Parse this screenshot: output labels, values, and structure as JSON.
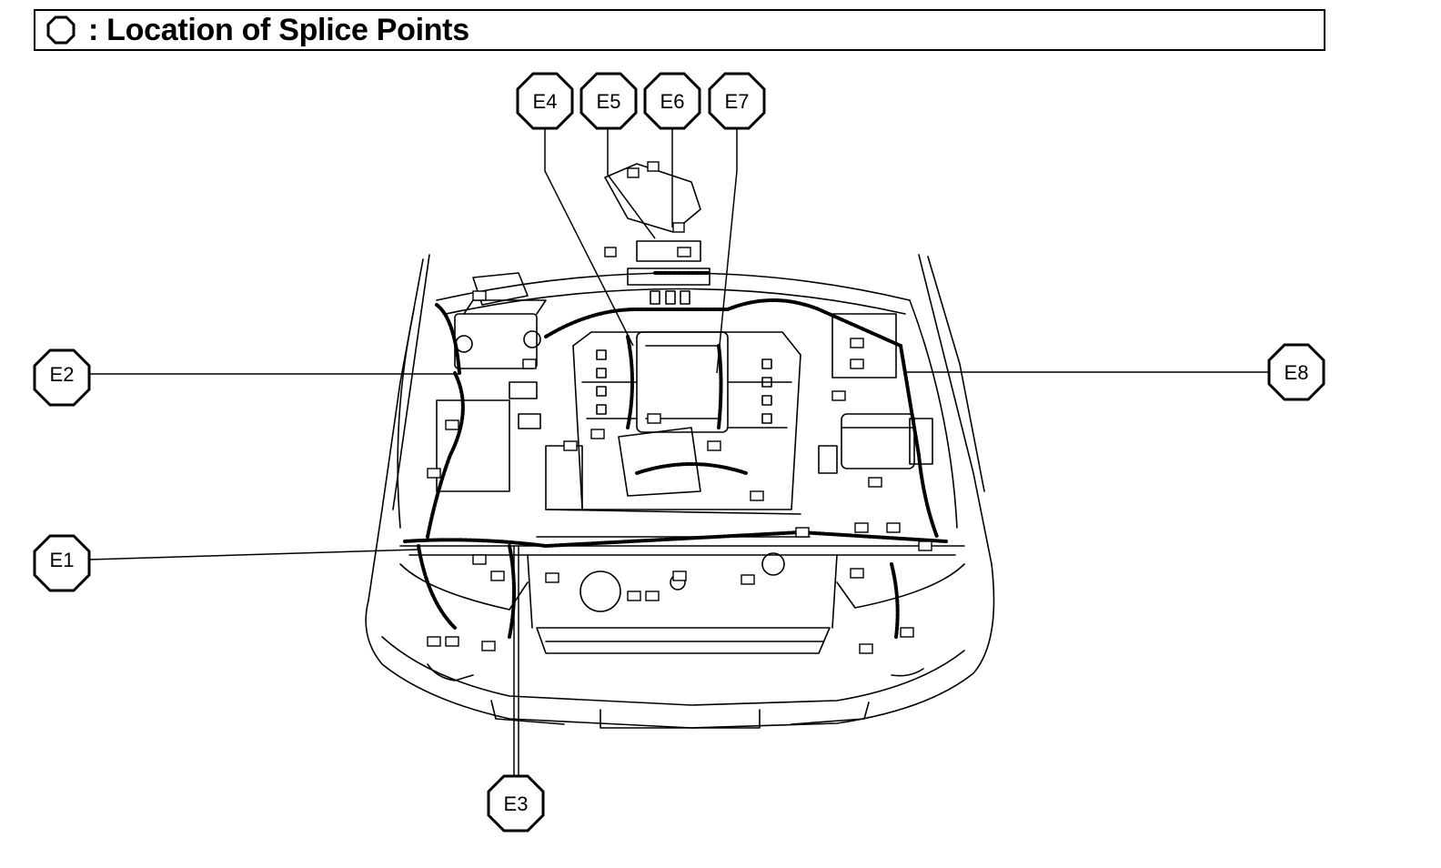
{
  "header": {
    "title": ": Location of Splice Points",
    "symbol_icon": "octagon-icon"
  },
  "splice_points": [
    {
      "id": "e1",
      "label": "E1"
    },
    {
      "id": "e2",
      "label": "E2"
    },
    {
      "id": "e3",
      "label": "E3"
    },
    {
      "id": "e4",
      "label": "E4"
    },
    {
      "id": "e5",
      "label": "E5"
    },
    {
      "id": "e6",
      "label": "E6"
    },
    {
      "id": "e7",
      "label": "E7"
    },
    {
      "id": "e8",
      "label": "E8"
    }
  ],
  "colors": {
    "ink": "#000000",
    "paper": "#ffffff"
  }
}
